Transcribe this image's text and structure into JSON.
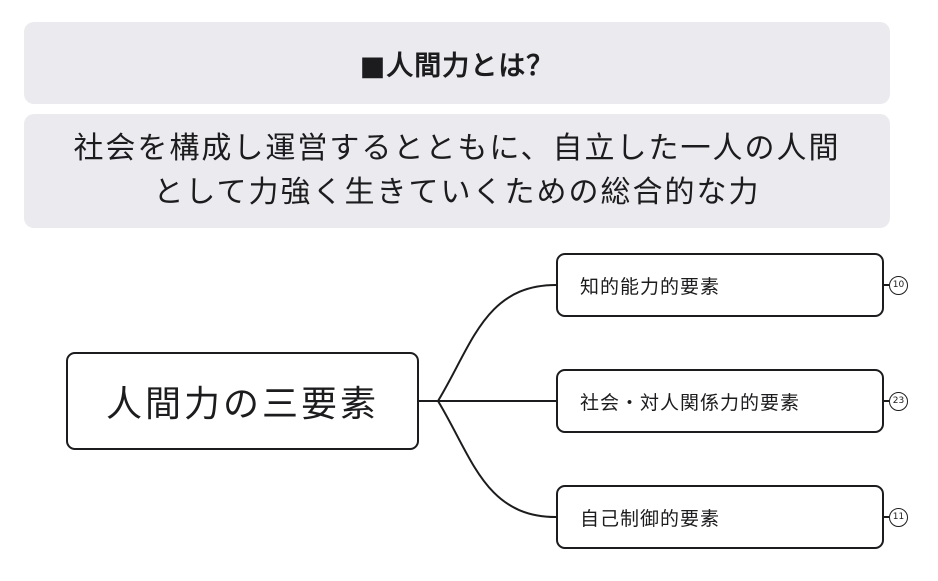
{
  "title": "■人間力とは？",
  "definition": {
    "line1": "社会を構成し運営するとともに、自立した一人の人間",
    "line2": "として力強く生きていくための総合的な力"
  },
  "mindmap": {
    "root": "人間力の三要素",
    "children": [
      {
        "label": "知的能力的要素",
        "badge": "10"
      },
      {
        "label": "社会・対人関係力的要素",
        "badge": "23"
      },
      {
        "label": "自己制御的要素",
        "badge": "11"
      }
    ]
  }
}
